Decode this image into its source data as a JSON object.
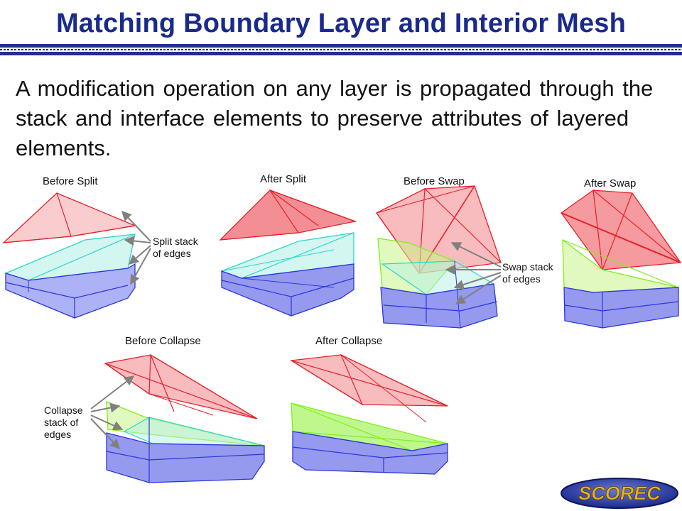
{
  "slide": {
    "title": "Matching Boundary Layer and Interior Mesh",
    "body": "A modification operation on any layer is propagated through the stack and interface elements to preserve attributes of layered elements."
  },
  "panels": {
    "before_split": "Before Split",
    "after_split": "After Split",
    "before_swap": "Before Swap",
    "after_swap": "After Swap",
    "before_collapse": "Before Collapse",
    "after_collapse": "After Collapse"
  },
  "annotations": {
    "split_line1": "Split stack",
    "split_line2": "of edges",
    "swap_line1": "Swap stack",
    "swap_line2": "of edges",
    "collapse_line1": "Collapse",
    "collapse_line2": "stack of",
    "collapse_line3": "edges"
  },
  "logo": {
    "text": "SCOREC"
  },
  "colors": {
    "title": "#1a2a8c",
    "red_layer": "#e8202a",
    "cyan_layer": "#2ad6c8",
    "green_layer": "#7ff01a",
    "blue_layer": "#2b35e0"
  }
}
